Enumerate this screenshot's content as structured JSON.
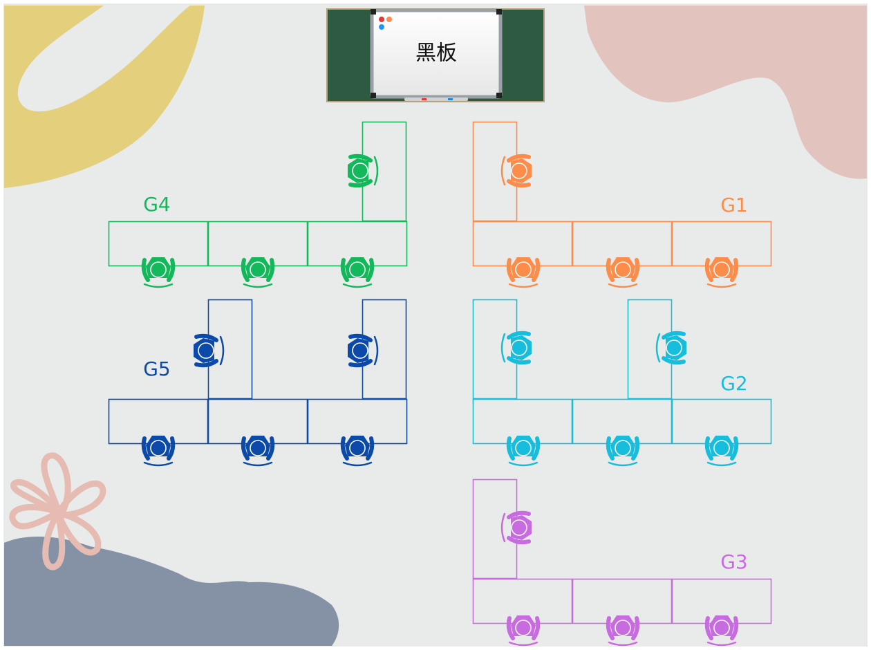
{
  "blackboard": {
    "label": "黑板"
  },
  "groups": [
    {
      "id": "G1",
      "label": "G1",
      "color": "#fb8c4a"
    },
    {
      "id": "G2",
      "label": "G2",
      "color": "#17bddd"
    },
    {
      "id": "G3",
      "label": "G3",
      "color": "#c86ae0"
    },
    {
      "id": "G4",
      "label": "G4",
      "color": "#12b85a"
    },
    {
      "id": "G5",
      "label": "G5",
      "color": "#0b4aa8"
    }
  ],
  "colors": {
    "background": "#e9ebea",
    "chalkboard": "#2d5a41",
    "whiteboard": "#ffffff",
    "decor_yellow": "#e3cf7c",
    "decor_pink": "#e2c3bd",
    "decor_slate": "#8592a6",
    "decor_flower": "#e5bbb2"
  }
}
